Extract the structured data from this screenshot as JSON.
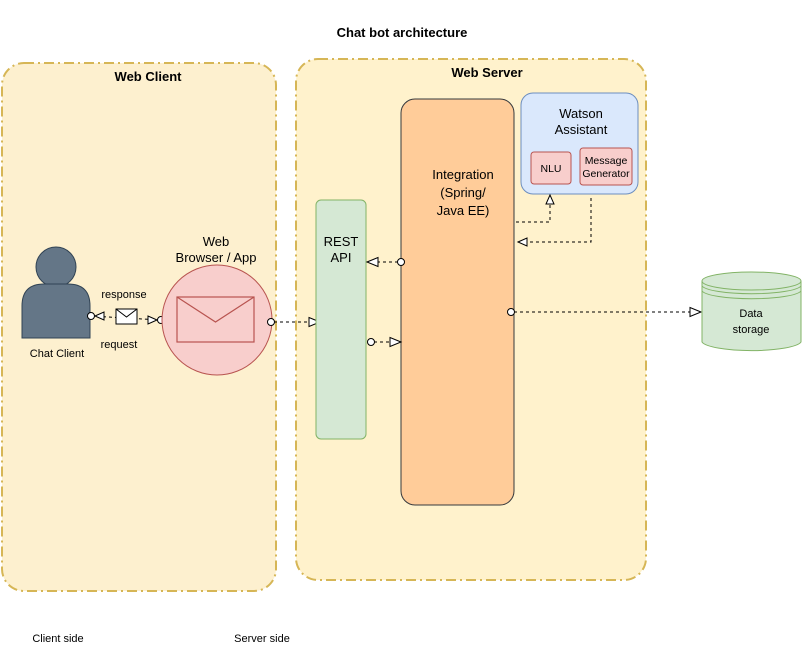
{
  "title": "Chat bot architecture",
  "web_client": {
    "label": "Web Client"
  },
  "web_server": {
    "label": "Web Server"
  },
  "chat_client": {
    "label": "Chat Client"
  },
  "arrows": {
    "response": "response",
    "request": "request"
  },
  "browser": {
    "line1": "Web",
    "line2": "Browser / App"
  },
  "rest_api": {
    "line1": "REST",
    "line2": "API"
  },
  "integration": {
    "line1": "Integration",
    "line2": "(Spring/",
    "line3": "Java EE)"
  },
  "watson": {
    "line1": "Watson",
    "line2": "Assistant",
    "nlu": "NLU",
    "msg_line1": "Message",
    "msg_line2": "Generator"
  },
  "data_storage": {
    "line1": "Data",
    "line2": "storage"
  },
  "footer": {
    "client_side": "Client side",
    "server_side": "Server side"
  },
  "colors": {
    "container_fill": "#fff2cc",
    "container_stroke": "#d6b656",
    "client_fill": "#fdf0cf",
    "browser_fill": "#f8cecc",
    "browser_stroke": "#b85450",
    "rest_fill": "#d5e8d4",
    "rest_stroke": "#82b366",
    "integration_fill": "#ffcc99",
    "watson_fill": "#dae8fc",
    "watson_stroke": "#6c8ebf",
    "storage_fill": "#d5e8d4",
    "person_fill": "#647687"
  }
}
